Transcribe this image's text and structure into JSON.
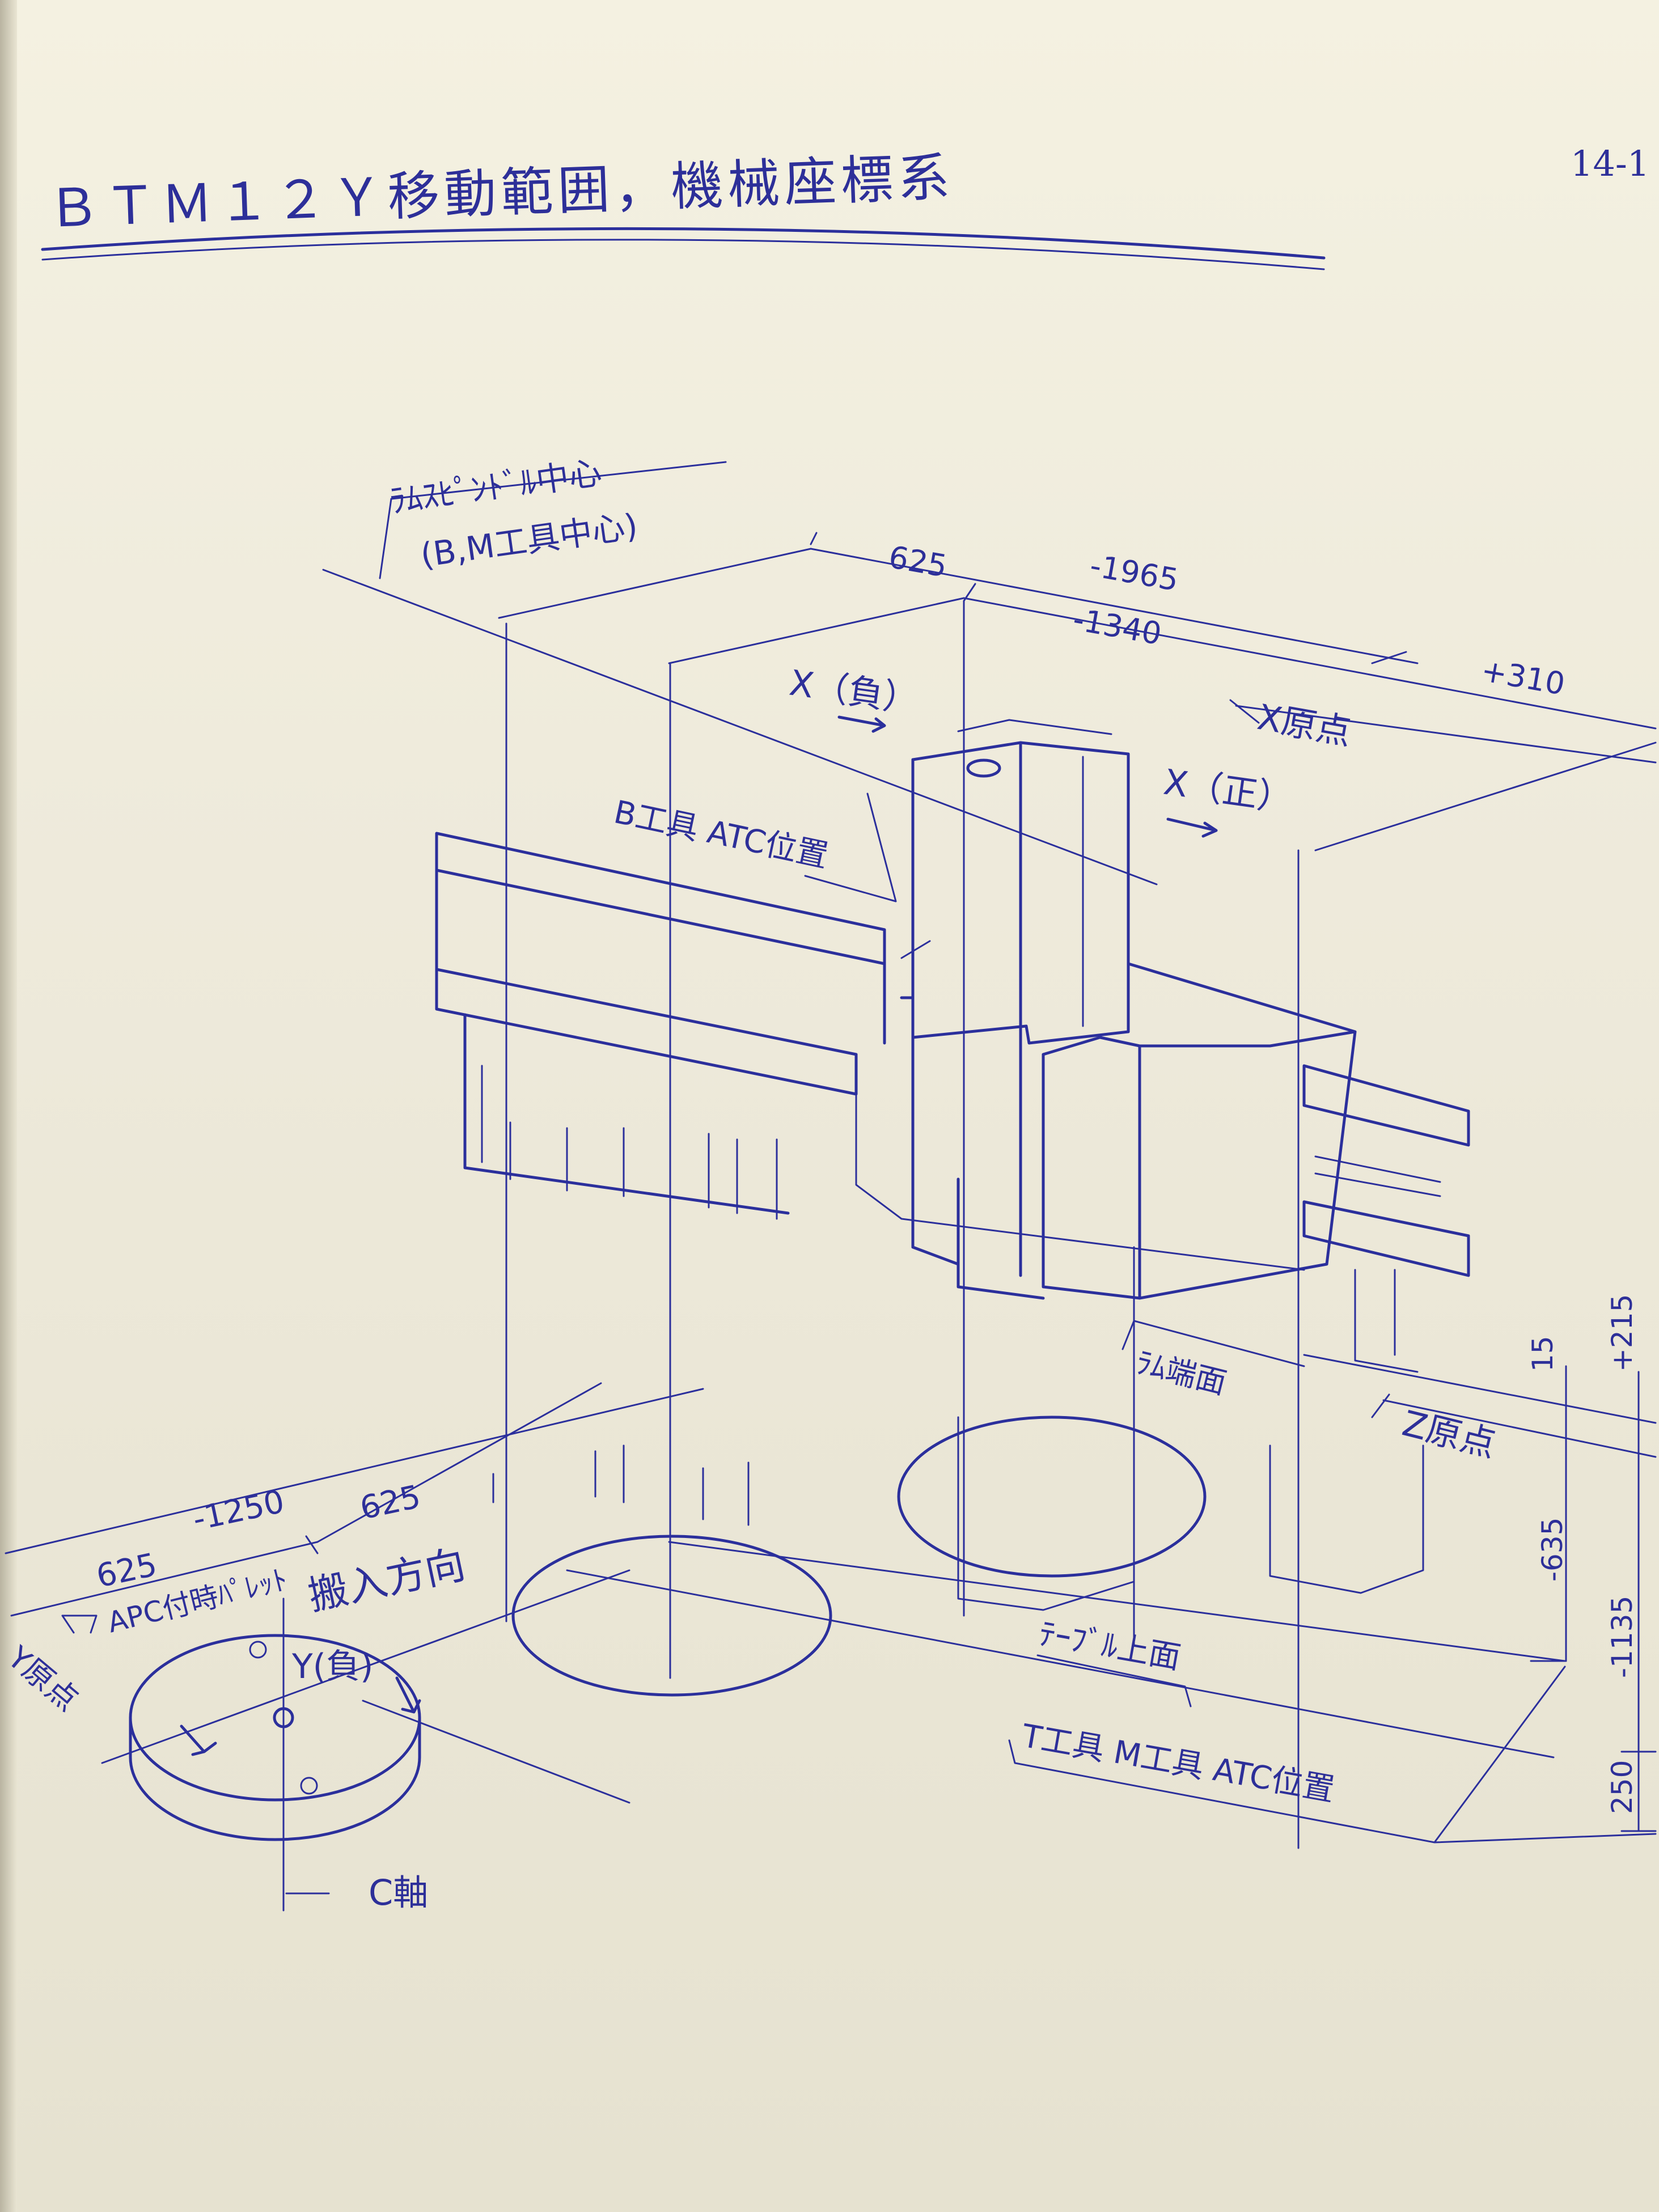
{
  "page": {
    "page_number": "14-1",
    "title": "ＢＴＭ１２Ｙ移動範囲，機械座標系"
  },
  "labels": {
    "ram_spindle_center": "ﾗﾑｽﾋﾟﾝﾄﾞﾙ中心",
    "bm_tool_center": "(B,M工具中心)",
    "x_negative": "X（負）",
    "x_positive": "X（正）",
    "x_origin": "X原点",
    "b_tool_atc": "B工具 ATC位置",
    "ram_end_face": "ﾗﾑ端面",
    "z_origin": "Z原点",
    "table_top": "ﾃｰﾌﾞﾙ上面",
    "t_m_tool_atc": "T工具 M工具 ATC位置",
    "apc_pallet": "APC付時ﾊﾟﾚｯﾄ",
    "carry_in_direction": "搬入方向",
    "y_negative": "Y(負)",
    "y_origin": "Y原点",
    "c_axis": "C軸"
  },
  "dimensions": {
    "top_625": "625",
    "top_minus_1965": "-1965",
    "top_minus_1340": "-1340",
    "top_plus_310": "+310",
    "right_15": "15",
    "right_plus_215": "+215",
    "right_minus_635": "-635",
    "right_minus_1135": "-1135",
    "right_250": "250",
    "left_minus_1250": "-1250",
    "left_625_a": "625",
    "left_625_b": "625"
  },
  "colors": {
    "ink": "#2b2f9c",
    "paper": "#f1eedf"
  }
}
